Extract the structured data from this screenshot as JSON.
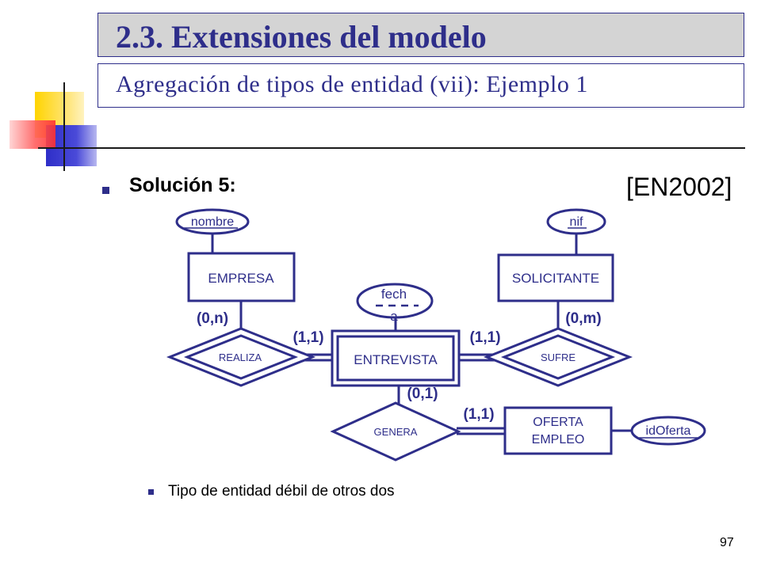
{
  "header": {
    "title": "2.3. Extensiones del modelo",
    "subtitle": "Agregación de tipos de entidad (vii): Ejemplo 1"
  },
  "content": {
    "solution_label": "Solución 5:",
    "reference": "[EN2002]",
    "note": "Tipo de entidad débil de otros dos"
  },
  "diagram": {
    "entities": {
      "empresa": "EMPRESA",
      "solicitante": "SOLICITANTE",
      "entrevista": "ENTREVISTA",
      "oferta_line1": "OFERTA",
      "oferta_line2": "EMPLEO"
    },
    "relationships": {
      "realiza": "REALIZA",
      "sufre": "SUFRE",
      "genera": "GENERA"
    },
    "attributes": {
      "nombre": "nombre",
      "nif": "nif",
      "fecha_line1": "fech",
      "fecha_line2": "a",
      "idoferta": "idOferta"
    },
    "cardinalities": {
      "empresa_realiza": "(0,n)",
      "realiza_entrevista": "(1,1)",
      "entrevista_sufre": "(1,1)",
      "solicitante_sufre": "(0,m)",
      "entrevista_genera": "(0,1)",
      "genera_oferta": "(1,1)"
    }
  },
  "footer": {
    "page_number": "97"
  },
  "colors": {
    "primary": "#2e2e8a",
    "title_bg": "#d4d4d4"
  }
}
